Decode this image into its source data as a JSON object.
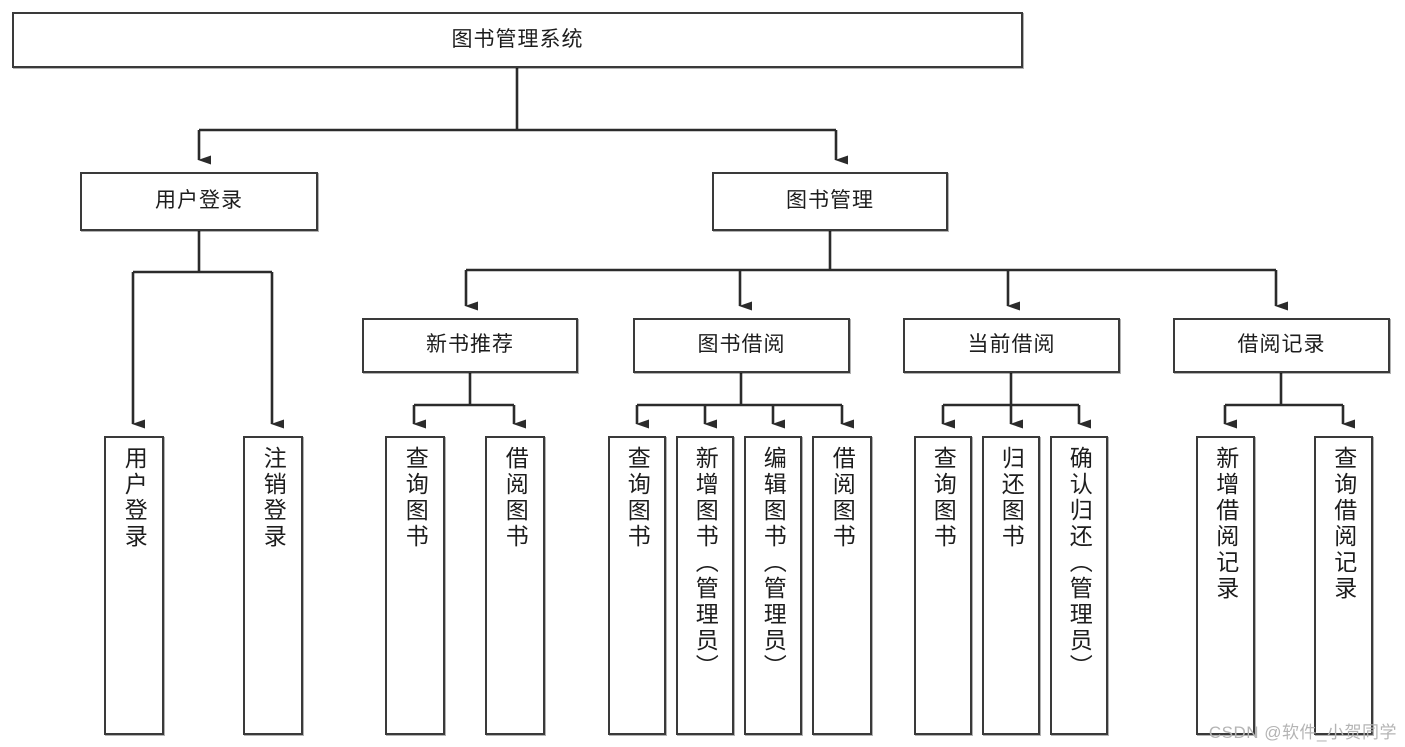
{
  "diagram": {
    "title": "图书管理系统",
    "type": "tree-hierarchy",
    "watermark": "CSDN @软件_小贺同学",
    "colors": {
      "node_border": "#3a3a3a",
      "node_fill": "#ffffff",
      "edge": "#2b2b2b",
      "text": "#1d1d1d",
      "watermark": "#b4b4b4",
      "background": "#ffffff"
    },
    "root": {
      "label": "图书管理系统"
    },
    "level1": [
      {
        "label": "用户登录"
      },
      {
        "label": "图书管理"
      }
    ],
    "level2": [
      {
        "label": "新书推荐"
      },
      {
        "label": "图书借阅"
      },
      {
        "label": "当前借阅"
      },
      {
        "label": "借阅记录"
      }
    ],
    "leaves": {
      "user_login": [
        {
          "label": "用户登录"
        },
        {
          "label": "注销登录"
        }
      ],
      "new_book_recommend": [
        {
          "label": "查询图书"
        },
        {
          "label": "借阅图书"
        }
      ],
      "book_borrow": [
        {
          "label": "查询图书"
        },
        {
          "label": "新增图书（管理员）"
        },
        {
          "label": "编辑图书（管理员）"
        },
        {
          "label": "借阅图书"
        }
      ],
      "current_borrow": [
        {
          "label": "查询图书"
        },
        {
          "label": "归还图书"
        },
        {
          "label": "确认归还（管理员）"
        }
      ],
      "borrow_record": [
        {
          "label": "新增借阅记录"
        },
        {
          "label": "查询借阅记录"
        }
      ]
    }
  }
}
